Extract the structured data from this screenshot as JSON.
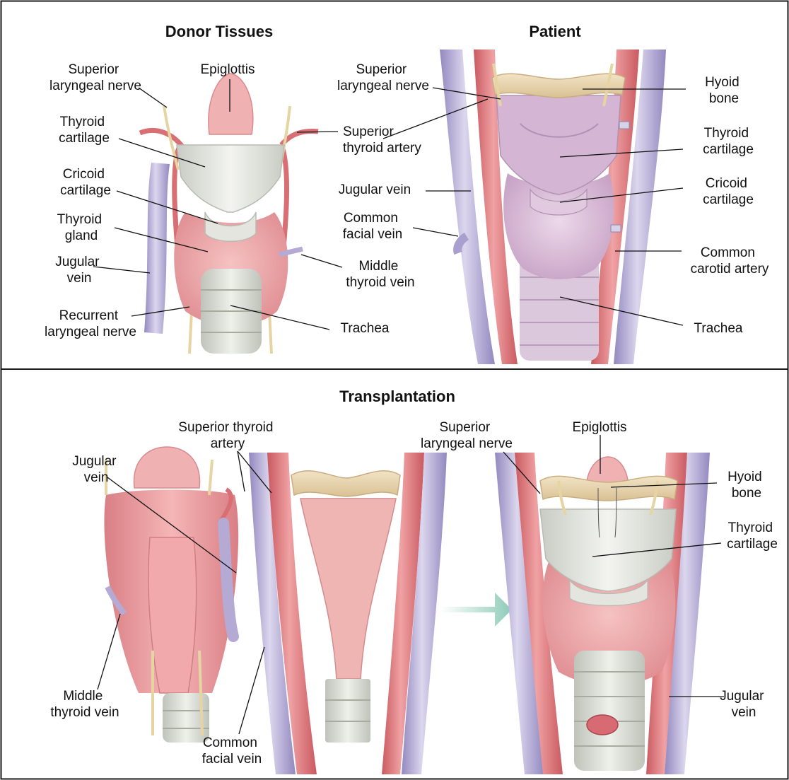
{
  "colors": {
    "artery": "#de7b7e",
    "vein": "#b9b0d8",
    "cartilage": "#e5e6e0",
    "thyroid_gland": "#eca7aa",
    "patient_tissue": "#d8bcd6",
    "hyoid": "#ead6b3",
    "nerve": "#efe1b6",
    "arrow": "#a9d6c8",
    "border": "#1a1a1a"
  },
  "panels": {
    "donor": {
      "title": "Donor Tissues",
      "labels": {
        "superior_laryngeal_nerve": [
          "Superior",
          "laryngeal nerve"
        ],
        "epiglottis": [
          "Epiglottis"
        ],
        "thyroid_cartilage": [
          "Thyroid",
          "cartilage"
        ],
        "superior_thyroid_artery": [
          "Superior",
          "thyroid artery"
        ],
        "cricoid_cartilage": [
          "Cricoid",
          "cartilage"
        ],
        "thyroid_gland": [
          "Thyroid",
          "gland"
        ],
        "jugular_vein": [
          "Jugular",
          "vein"
        ],
        "middle_thyroid_vein": [
          "Middle",
          "thyroid vein"
        ],
        "recurrent_laryngeal_nerve": [
          "Recurrent",
          "laryngeal nerve"
        ],
        "trachea": [
          "Trachea"
        ]
      }
    },
    "patient": {
      "title": "Patient",
      "labels": {
        "superior_laryngeal_nerve": [
          "Superior",
          "laryngeal nerve"
        ],
        "hyoid_bone": [
          "Hyoid",
          "bone"
        ],
        "thyroid_cartilage": [
          "Thyroid",
          "cartilage"
        ],
        "jugular_vein": [
          "Jugular vein"
        ],
        "cricoid_cartilage": [
          "Cricoid",
          "cartilage"
        ],
        "common_facial_vein": [
          "Common",
          "facial vein"
        ],
        "common_carotid_artery": [
          "Common",
          "carotid artery"
        ],
        "trachea": [
          "Trachea"
        ]
      }
    },
    "transplantation": {
      "title": "Transplantation",
      "labels": {
        "superior_thyroid_artery": [
          "Superior thyroid",
          "artery"
        ],
        "jugular_vein_left": [
          "Jugular",
          "vein"
        ],
        "superior_laryngeal_nerve": [
          "Superior",
          "laryngeal nerve"
        ],
        "epiglottis": [
          "Epiglottis"
        ],
        "hyoid_bone": [
          "Hyoid",
          "bone"
        ],
        "thyroid_cartilage": [
          "Thyroid",
          "cartilage"
        ],
        "middle_thyroid_vein": [
          "Middle",
          "thyroid vein"
        ],
        "common_facial_vein": [
          "Common",
          "facial vein"
        ],
        "jugular_vein_right": [
          "Jugular",
          "vein"
        ]
      }
    }
  }
}
